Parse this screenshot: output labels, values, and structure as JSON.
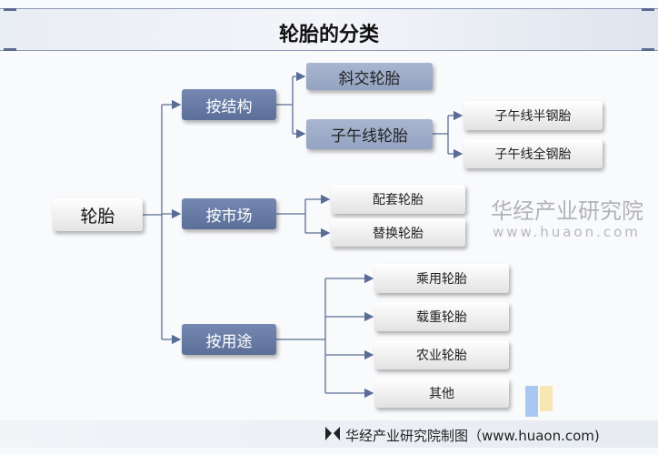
{
  "title": "轮胎的分类",
  "root": "轮胎",
  "categories": [
    {
      "label": "按结构",
      "children": [
        {
          "label": "斜交轮胎",
          "children": []
        },
        {
          "label": "子午线轮胎",
          "children": [
            "子午线半钢胎",
            "子午线全钢胎"
          ]
        }
      ]
    },
    {
      "label": "按市场",
      "children": [
        "配套轮胎",
        "替换轮胎"
      ]
    },
    {
      "label": "按用途",
      "children": [
        "乘用轮胎",
        "载重轮胎",
        "农业轮胎",
        "其他"
      ]
    }
  ],
  "footer": "华经产业研究院制图（www.huaon.com)",
  "watermark": {
    "name": "华经产业研究院",
    "url": "www.huaon.com"
  },
  "colors": {
    "dark_box": "#6a7da6",
    "mid_box": "#9eadc9",
    "line": "#5a6d96"
  }
}
